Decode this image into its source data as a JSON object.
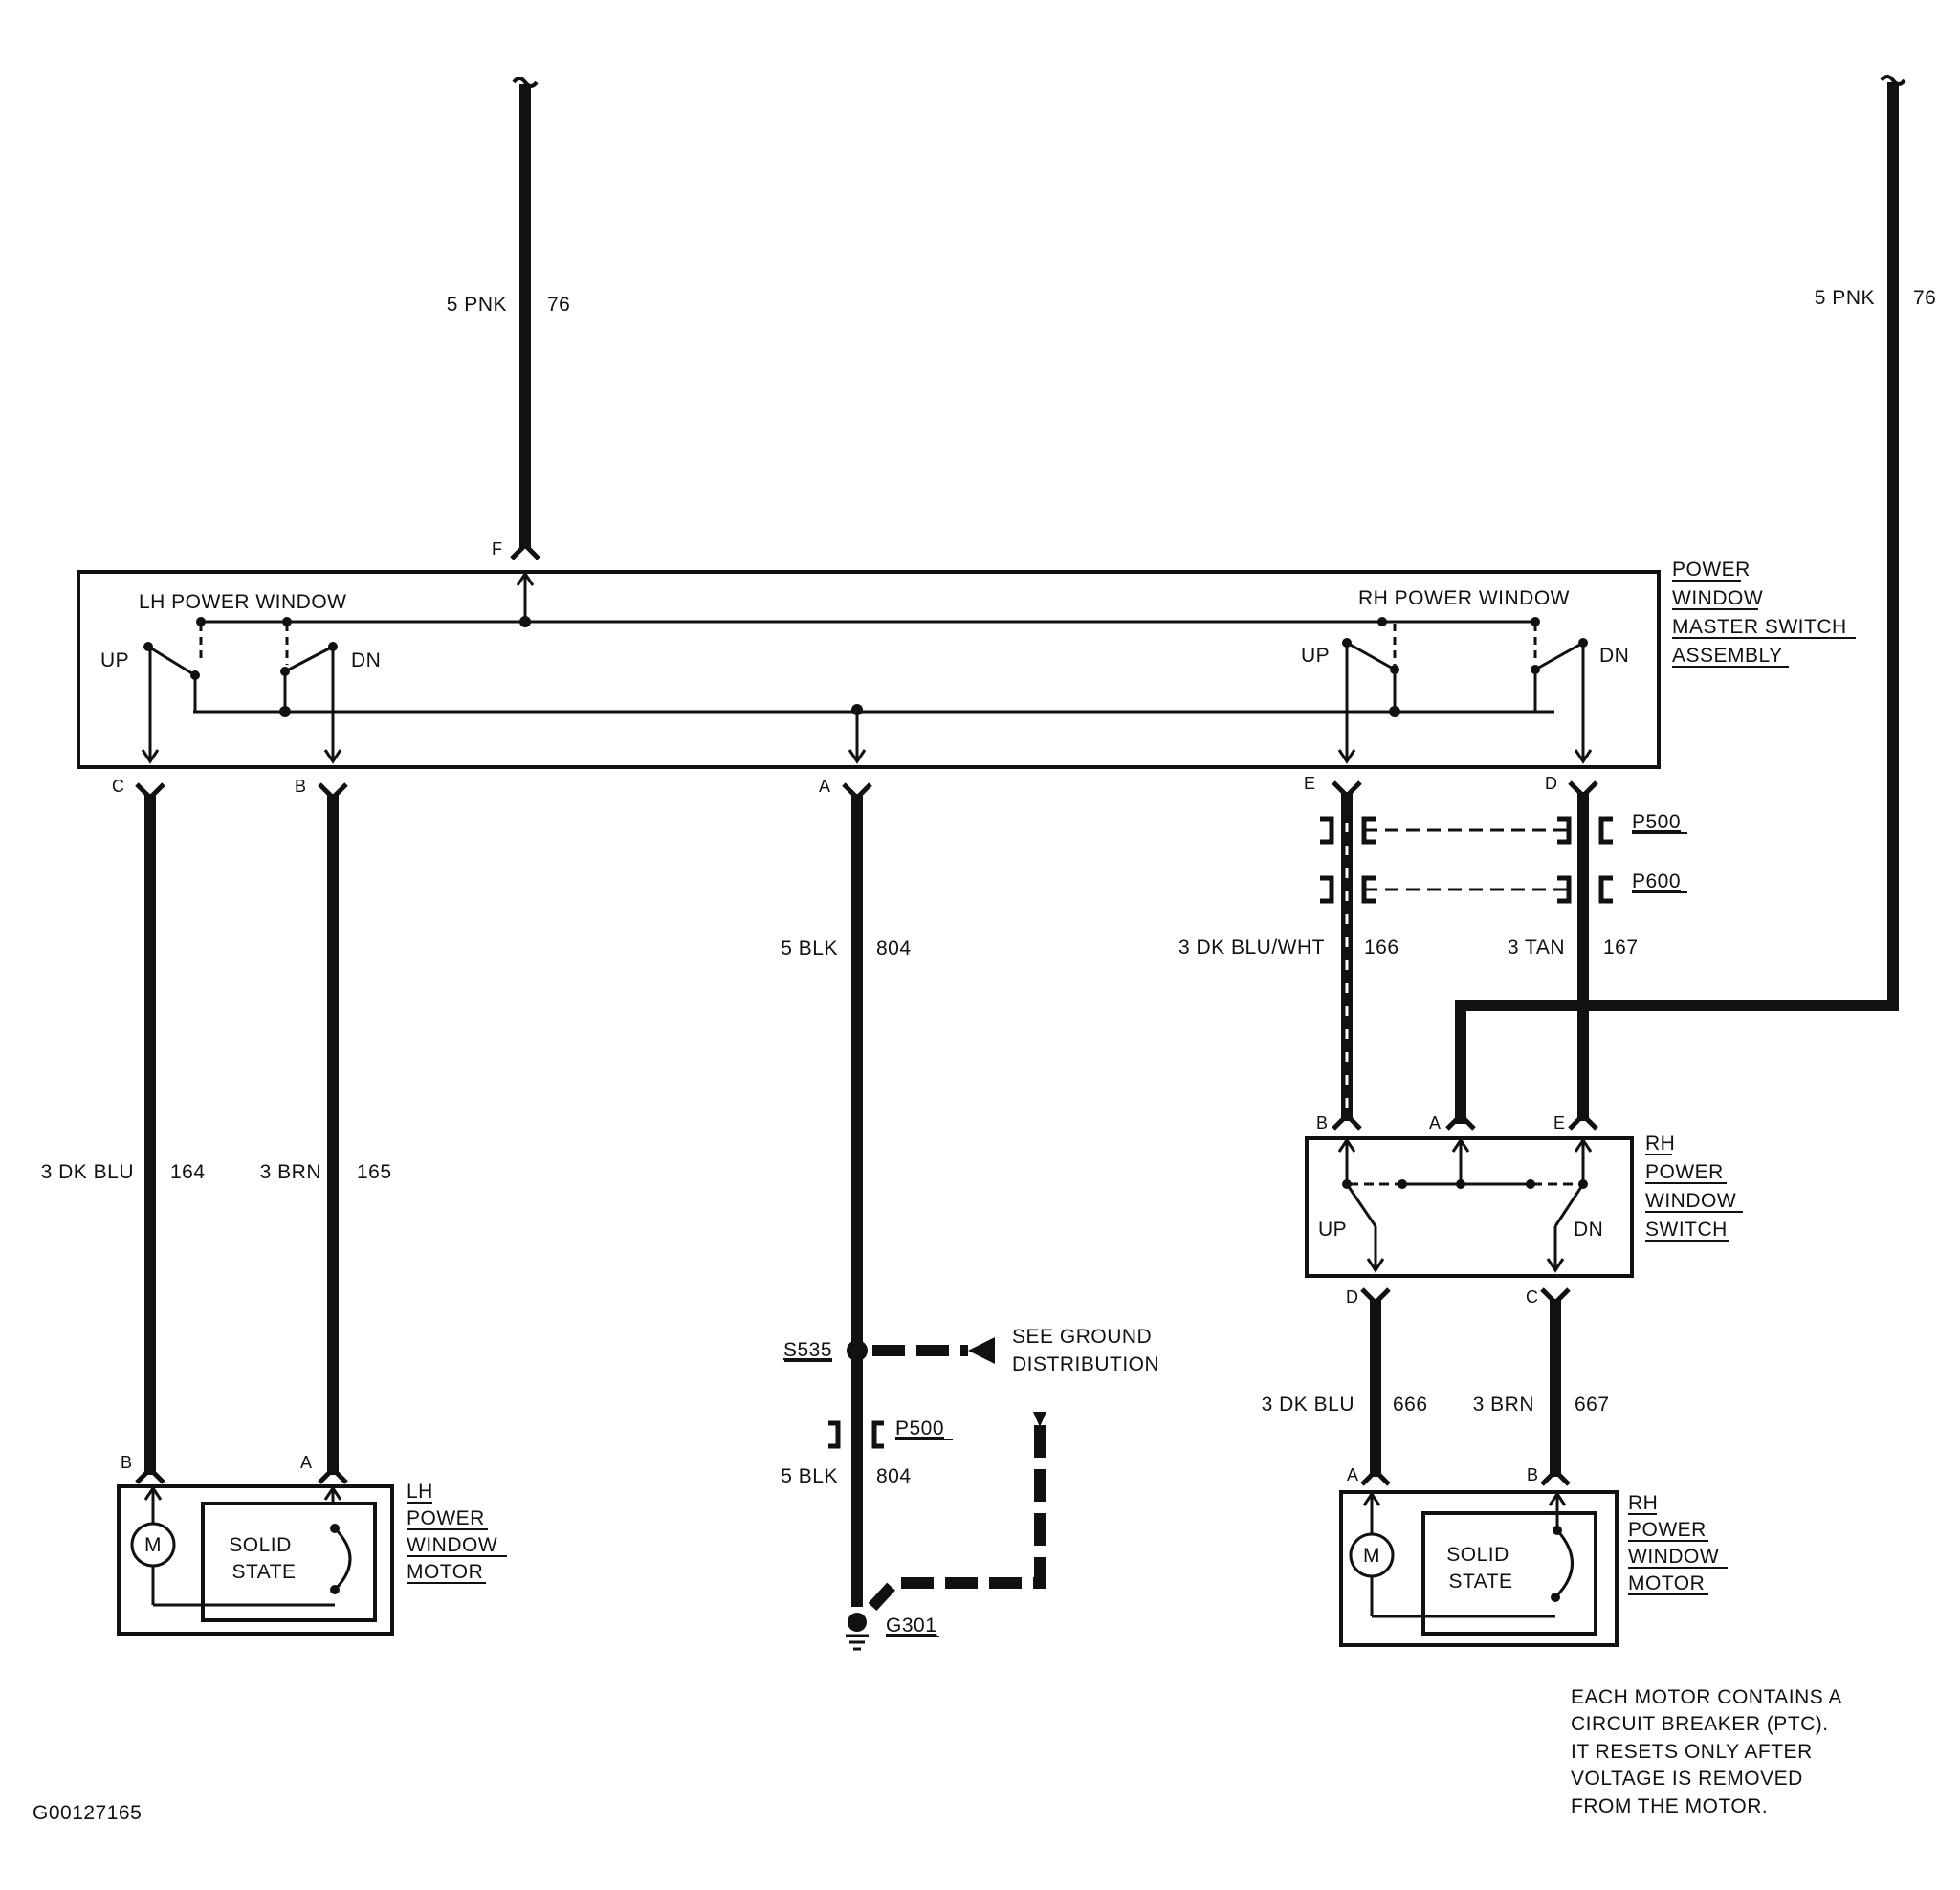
{
  "colors": {
    "ink": "#111111",
    "paper": "#ffffff"
  },
  "supply_left": {
    "wire_color": "5 PNK",
    "circuit": "76",
    "pin": "F"
  },
  "supply_right": {
    "wire_color": "5 PNK",
    "circuit": "76"
  },
  "master_switch": {
    "title_lines": [
      "POWER",
      "WINDOW",
      "MASTER SWITCH",
      "ASSEMBLY"
    ],
    "lh_label": "LH POWER WINDOW",
    "rh_label": "RH POWER WINDOW",
    "up": "UP",
    "dn": "DN",
    "pins": {
      "c": "C",
      "b": "B",
      "a": "A",
      "e": "E",
      "d": "D"
    }
  },
  "wires": {
    "lh_up": {
      "color": "3 DK BLU",
      "circuit": "164"
    },
    "lh_dn": {
      "color": "3 BRN",
      "circuit": "165"
    },
    "ground": {
      "color": "5 BLK",
      "circuit": "804"
    },
    "ground_lower": {
      "color": "5 BLK",
      "circuit": "804"
    },
    "rh_up": {
      "color": "3 DK BLU/WHT",
      "circuit": "166"
    },
    "rh_dn": {
      "color": "3 TAN",
      "circuit": "167"
    },
    "rh_motor_a": {
      "color": "3 DK BLU",
      "circuit": "666"
    },
    "rh_motor_b": {
      "color": "3 BRN",
      "circuit": "667"
    }
  },
  "connectors": {
    "p500": "P500",
    "p600": "P600",
    "p500_ground": "P500"
  },
  "ground": {
    "splice": "S535",
    "see_text_lines": [
      "SEE GROUND",
      "DISTRIBUTION"
    ],
    "ground_point": "G301"
  },
  "rh_switch": {
    "title_lines": [
      "RH",
      "POWER",
      "WINDOW",
      "SWITCH"
    ],
    "up": "UP",
    "dn": "DN",
    "pins": {
      "b": "B",
      "a": "A",
      "e": "E",
      "d": "D",
      "c": "C"
    }
  },
  "lh_motor": {
    "title_lines": [
      "LH",
      "POWER",
      "WINDOW",
      "MOTOR"
    ],
    "solid_state_lines": [
      "SOLID",
      "STATE"
    ],
    "m": "M",
    "pins": {
      "b": "B",
      "a": "A"
    }
  },
  "rh_motor": {
    "title_lines": [
      "RH",
      "POWER",
      "WINDOW",
      "MOTOR"
    ],
    "solid_state_lines": [
      "SOLID",
      "STATE"
    ],
    "m": "M",
    "pins": {
      "a": "A",
      "b": "B"
    }
  },
  "note_lines": [
    "EACH MOTOR CONTAINS A",
    "CIRCUIT BREAKER (PTC).",
    "IT RESETS ONLY AFTER",
    "VOLTAGE IS REMOVED",
    "FROM THE MOTOR."
  ],
  "figure_id": "G00127165"
}
